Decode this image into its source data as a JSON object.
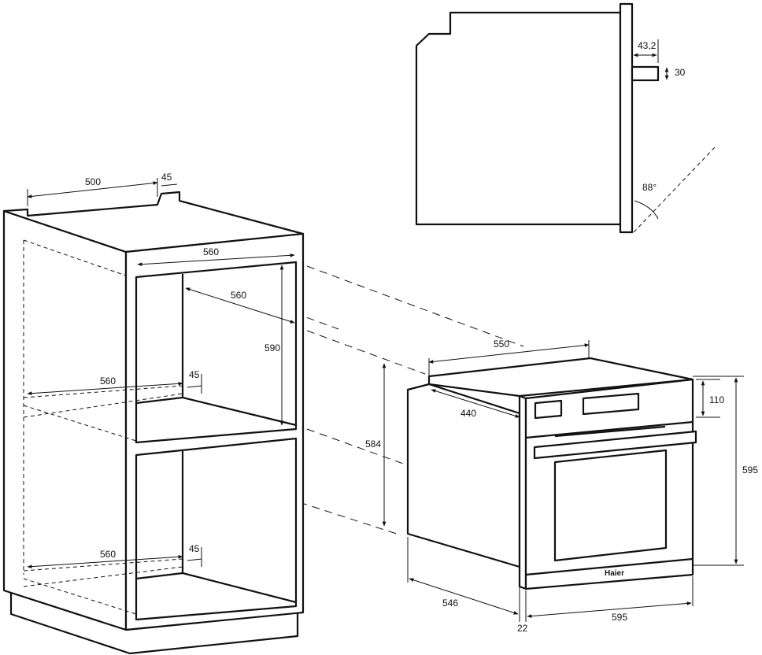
{
  "cabinet": {
    "depth_top": "500",
    "gap_top": "45",
    "width_front": "560",
    "depth_inner": "560",
    "height_opening": "590",
    "shelf_depth_upper": "560",
    "shelf_gap_upper": "45",
    "shelf_depth_lower": "560",
    "shelf_gap_lower": "45"
  },
  "oven": {
    "width_top": "550",
    "depth_side": "440",
    "height_body": "584",
    "panel_height": "110",
    "total_height": "595",
    "total_depth": "546",
    "front_thickness": "22",
    "front_width": "595",
    "brand": "Haier"
  },
  "side_view": {
    "handle_offset": "43,2",
    "handle_height": "30",
    "door_angle": "88°"
  }
}
